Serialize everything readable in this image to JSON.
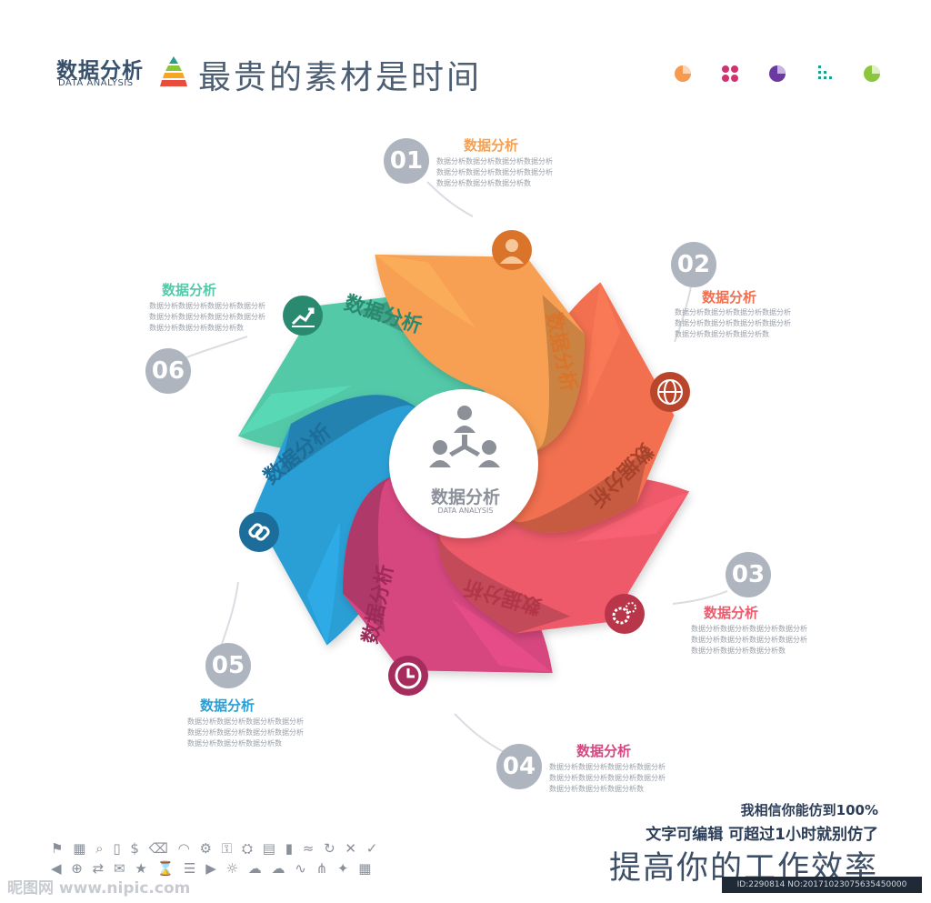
{
  "header": {
    "brand_title": "数据分析",
    "brand_sub": "DATA ANALYSIS",
    "headline": "最贵的素材是时间"
  },
  "center": {
    "title": "数据分析",
    "subtitle": "DATA ANALYSIS"
  },
  "steps": [
    {
      "num": "01",
      "title": "数据分析",
      "color": "#f7a052",
      "text": "数据分析数据分析数据分析数据分析数据分析数据分析数据分析数据分析数据分析数据分析数据分析数",
      "blade_label": "数据分析",
      "icon": "user-icon"
    },
    {
      "num": "02",
      "title": "数据分析",
      "color": "#f26f4f",
      "text": "数据分析数据分析数据分析数据分析数据分析数据分析数据分析数据分析数据分析数据分析数据分析数",
      "blade_label": "数据分析",
      "icon": "globe-icon"
    },
    {
      "num": "03",
      "title": "数据分析",
      "color": "#ee5a6b",
      "text": "数据分析数据分析数据分析数据分析数据分析数据分析数据分析数据分析数据分析数据分析数据分析数",
      "blade_label": "数据分析",
      "icon": "gears-icon"
    },
    {
      "num": "04",
      "title": "数据分析",
      "color": "#d6467f",
      "text": "数据分析数据分析数据分析数据分析数据分析数据分析数据分析数据分析数据分析数据分析数据分析数",
      "blade_label": "数据分析",
      "icon": "clock-icon"
    },
    {
      "num": "05",
      "title": "数据分析",
      "color": "#2b9fd6",
      "text": "数据分析数据分析数据分析数据分析数据分析数据分析数据分析数据分析数据分析数据分析数据分析数",
      "blade_label": "数据分析",
      "icon": "link-icon"
    },
    {
      "num": "06",
      "title": "数据分析",
      "color": "#52c9a8",
      "text": "数据分析数据分析数据分析数据分析数据分析数据分析数据分析数据分析数据分析数据分析数据分析数",
      "blade_label": "数据分析",
      "icon": "chart-icon"
    }
  ],
  "footer": {
    "line1": "我相信你能仿到100%",
    "line2": "文字可编辑   可超过1小时就别仿了",
    "line3": "提高你的工作效率"
  },
  "watermark": {
    "left": "昵图网 www.nipic.com",
    "right": "ID:2290814 NO:20171023075635450000"
  },
  "colors": {
    "orange": "#f59a4f",
    "purple": "#7c3a8e",
    "violet": "#6b3aa0",
    "teal": "#1f9e8c",
    "green": "#8cc63f",
    "magenta": "#d0336f"
  }
}
